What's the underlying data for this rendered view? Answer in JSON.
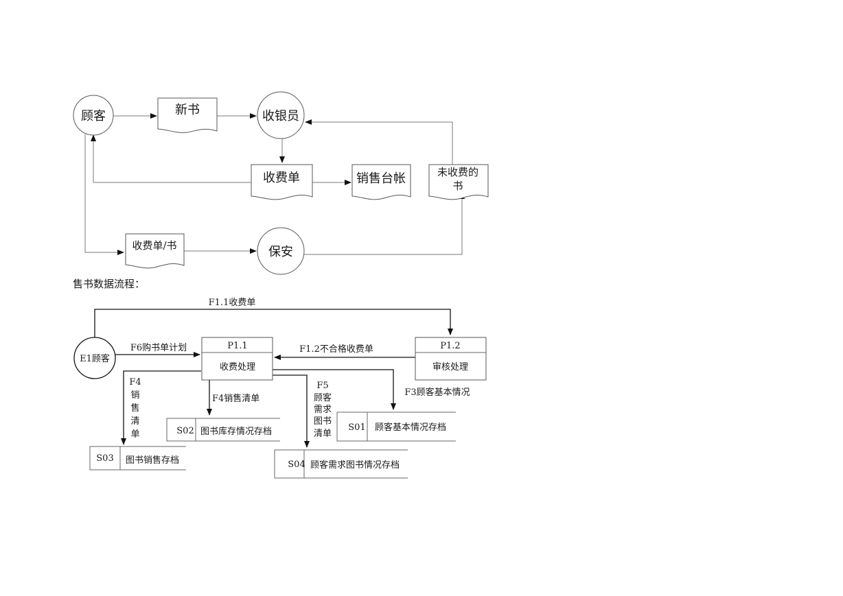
{
  "top_flow": {
    "customer": "顾客",
    "new_book": "新书",
    "cashier": "收银员",
    "receipt": "收费单",
    "sales_ledger": "销售台帐",
    "unpaid_book_line1": "未收费的",
    "unpaid_book_line2": "书",
    "receipt_book": "收费单/书",
    "security": "保安"
  },
  "section_title": "售书数据流程：",
  "dfd": {
    "entity_e1": "E1顾客",
    "p11_id": "P1.1",
    "p11_name": "收费处理",
    "p12_id": "P1.2",
    "p12_name": "审核处理",
    "flow_f11": "F1.1收费单",
    "flow_f6": "F6购书单计划",
    "flow_f12": "F1.2不合格收费单",
    "flow_f3": "F3顾客基本情况",
    "flow_f4_sales": "F4销售清单",
    "flow_f4_vertical": [
      "F4",
      "销",
      "售",
      "清",
      "单"
    ],
    "flow_f5_vertical": [
      "F5",
      "顾客",
      "需求",
      "图书",
      "清单"
    ],
    "store_s01_id": "S01",
    "store_s01_name": "顾客基本情况存档",
    "store_s02_id": "S02",
    "store_s02_name": "图书库存情况存档",
    "store_s03_id": "S03",
    "store_s03_name": "图书销售存档",
    "store_s04_id": "S04",
    "store_s04_name": "顾客需求图书情况存档"
  }
}
